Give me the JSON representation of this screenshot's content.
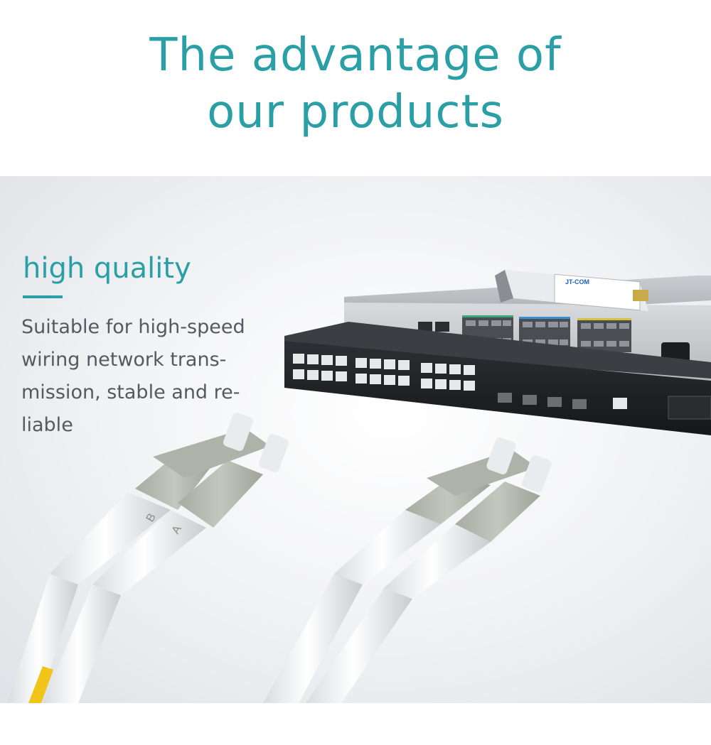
{
  "hero": {
    "title_line1": "The advantage of",
    "title_line2": "our products"
  },
  "feature": {
    "heading": "high quality",
    "description_lines": [
      "Suitable for high-speed",
      "wiring network trans-",
      "mission, stable and re-",
      "liable"
    ]
  },
  "product_image": {
    "module_brand": "JT-COM",
    "connector_labels": [
      "B",
      "A"
    ]
  },
  "colors": {
    "accent": "#2a9fa6",
    "body_text": "#555a60"
  }
}
